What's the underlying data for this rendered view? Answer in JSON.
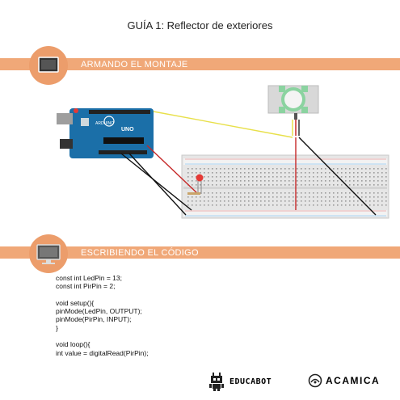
{
  "title": "GUÍA 1: Reflector de exteriores",
  "sections": {
    "assembly": {
      "label": "ARMANDO EL MONTAJE",
      "icon": "monitor-icon"
    },
    "code": {
      "label": "ESCRIBIENDO EL CÓDIGO",
      "icon": "computer-icon"
    }
  },
  "arduino": {
    "uno_label": "UNO",
    "brand_label": "ARDUINO"
  },
  "code_lines": [
    "const int LedPin = 13;",
    "const int PirPin = 2;",
    "",
    "void setup(){",
    "pinMode(LedPin, OUTPUT);",
    "pinMode(PirPin, INPUT);",
    "}",
    "",
    "void loop(){",
    "int value = digitalRead(PirPin);"
  ],
  "logos": {
    "educabot": "EDUCABOT",
    "acamica": "ACAMICA"
  },
  "colors": {
    "accent": "#f0a878",
    "arduino_blue": "#1b6fa8",
    "wire_yellow": "#e8e04a",
    "wire_red": "#c62828",
    "wire_black": "#111111",
    "led_red": "#e53935",
    "pir_green": "#8bd3a0"
  }
}
